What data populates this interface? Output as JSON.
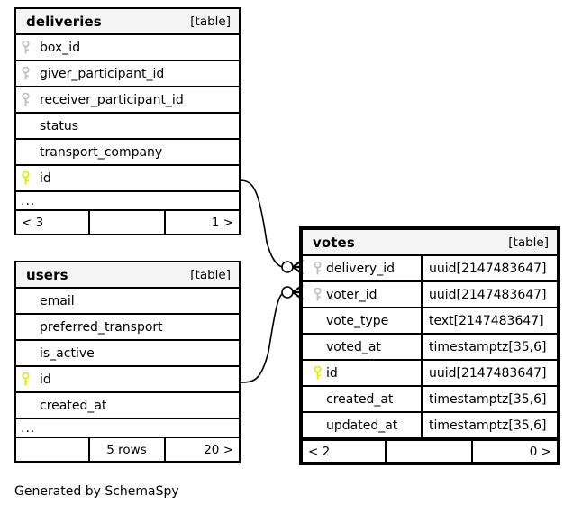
{
  "diagram": {
    "caption": "Generated by SchemaSpy",
    "table_tag": "[table]",
    "ellipsis": "...",
    "key_colors": {
      "primary": "#e8e800",
      "foreign": "#c0c0c0"
    }
  },
  "tables": {
    "deliveries": {
      "name": "deliveries",
      "tag": "[table]",
      "columns": [
        {
          "name": "box_id",
          "key": "foreign"
        },
        {
          "name": "giver_participant_id",
          "key": "foreign"
        },
        {
          "name": "receiver_participant_id",
          "key": "foreign"
        },
        {
          "name": "status",
          "key": "none"
        },
        {
          "name": "transport_company",
          "key": "none"
        },
        {
          "name": "id",
          "key": "primary"
        }
      ],
      "more": "...",
      "footer": {
        "left": "< 3",
        "center": "",
        "right": "1 >"
      }
    },
    "users": {
      "name": "users",
      "tag": "[table]",
      "columns": [
        {
          "name": "email",
          "key": "none"
        },
        {
          "name": "preferred_transport",
          "key": "none"
        },
        {
          "name": "is_active",
          "key": "none"
        },
        {
          "name": "id",
          "key": "primary"
        },
        {
          "name": "created_at",
          "key": "none"
        }
      ],
      "more": "...",
      "footer": {
        "left": "",
        "center": "5 rows",
        "right": "20 >"
      }
    },
    "votes": {
      "name": "votes",
      "tag": "[table]",
      "columns": [
        {
          "name": "delivery_id",
          "type": "uuid[2147483647]",
          "key": "foreign"
        },
        {
          "name": "voter_id",
          "type": "uuid[2147483647]",
          "key": "foreign"
        },
        {
          "name": "vote_type",
          "type": "text[2147483647]",
          "key": "none"
        },
        {
          "name": "voted_at",
          "type": "timestamptz[35,6]",
          "key": "none"
        },
        {
          "name": "id",
          "type": "uuid[2147483647]",
          "key": "primary"
        },
        {
          "name": "created_at",
          "type": "timestamptz[35,6]",
          "key": "none"
        },
        {
          "name": "updated_at",
          "type": "timestamptz[35,6]",
          "key": "none"
        }
      ],
      "footer": {
        "left": "< 2",
        "center": "",
        "right": "0 >"
      }
    }
  },
  "relationships": [
    {
      "from": "deliveries.id",
      "to": "votes.delivery_id",
      "cardinality": "zero-or-many"
    },
    {
      "from": "users.id",
      "to": "votes.voter_id",
      "cardinality": "zero-or-many"
    }
  ]
}
